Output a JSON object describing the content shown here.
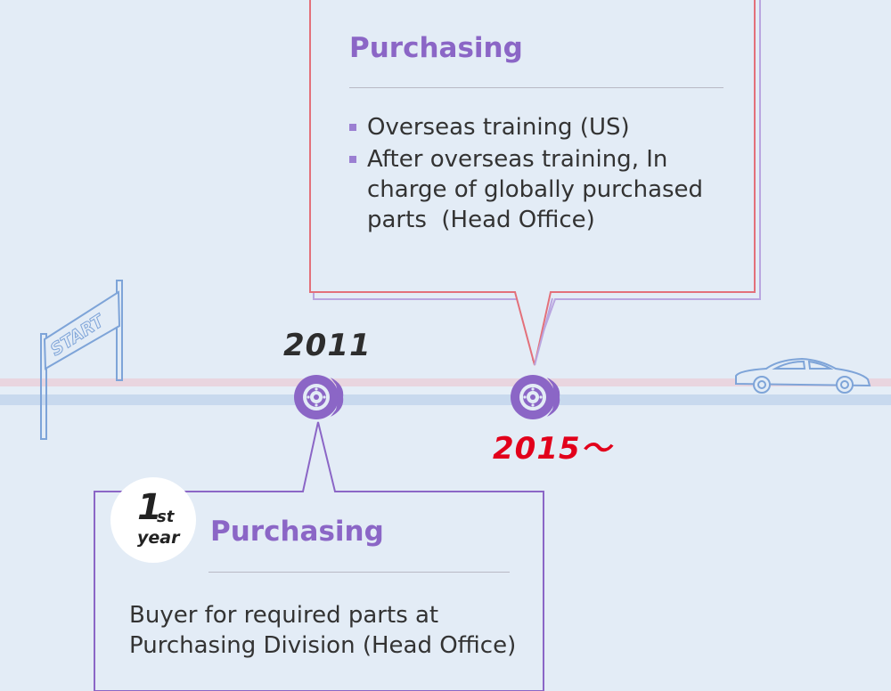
{
  "start_sign": {
    "text": "START"
  },
  "timeline": [
    {
      "year": "2011",
      "badge": {
        "number": "1",
        "suffix": "st",
        "word": "year"
      },
      "title": "Purchasing",
      "description_lines": [
        "Buyer for required parts at",
        "Purchasing Division (Head Office)"
      ]
    },
    {
      "year": "2015～",
      "title": "Purchasing",
      "bullets": [
        {
          "lines": [
            "Overseas training (US)"
          ]
        },
        {
          "lines": [
            "After overseas training, In",
            "charge of globally purchased",
            "parts  (Head Office)"
          ]
        }
      ]
    }
  ],
  "colors": {
    "background": "#e3ecf6",
    "accent_purple": "#8b66c6",
    "highlight_red": "#e2001b",
    "callout_pink": "#e3707a",
    "callout_lavender": "#b9a6e0",
    "road_blue": "#c8d9ee",
    "road_pink": "#e9d5df",
    "car_blue": "#7ea4d8"
  },
  "icons": [
    "start-gate-icon",
    "brake-disc-icon",
    "car-icon"
  ]
}
